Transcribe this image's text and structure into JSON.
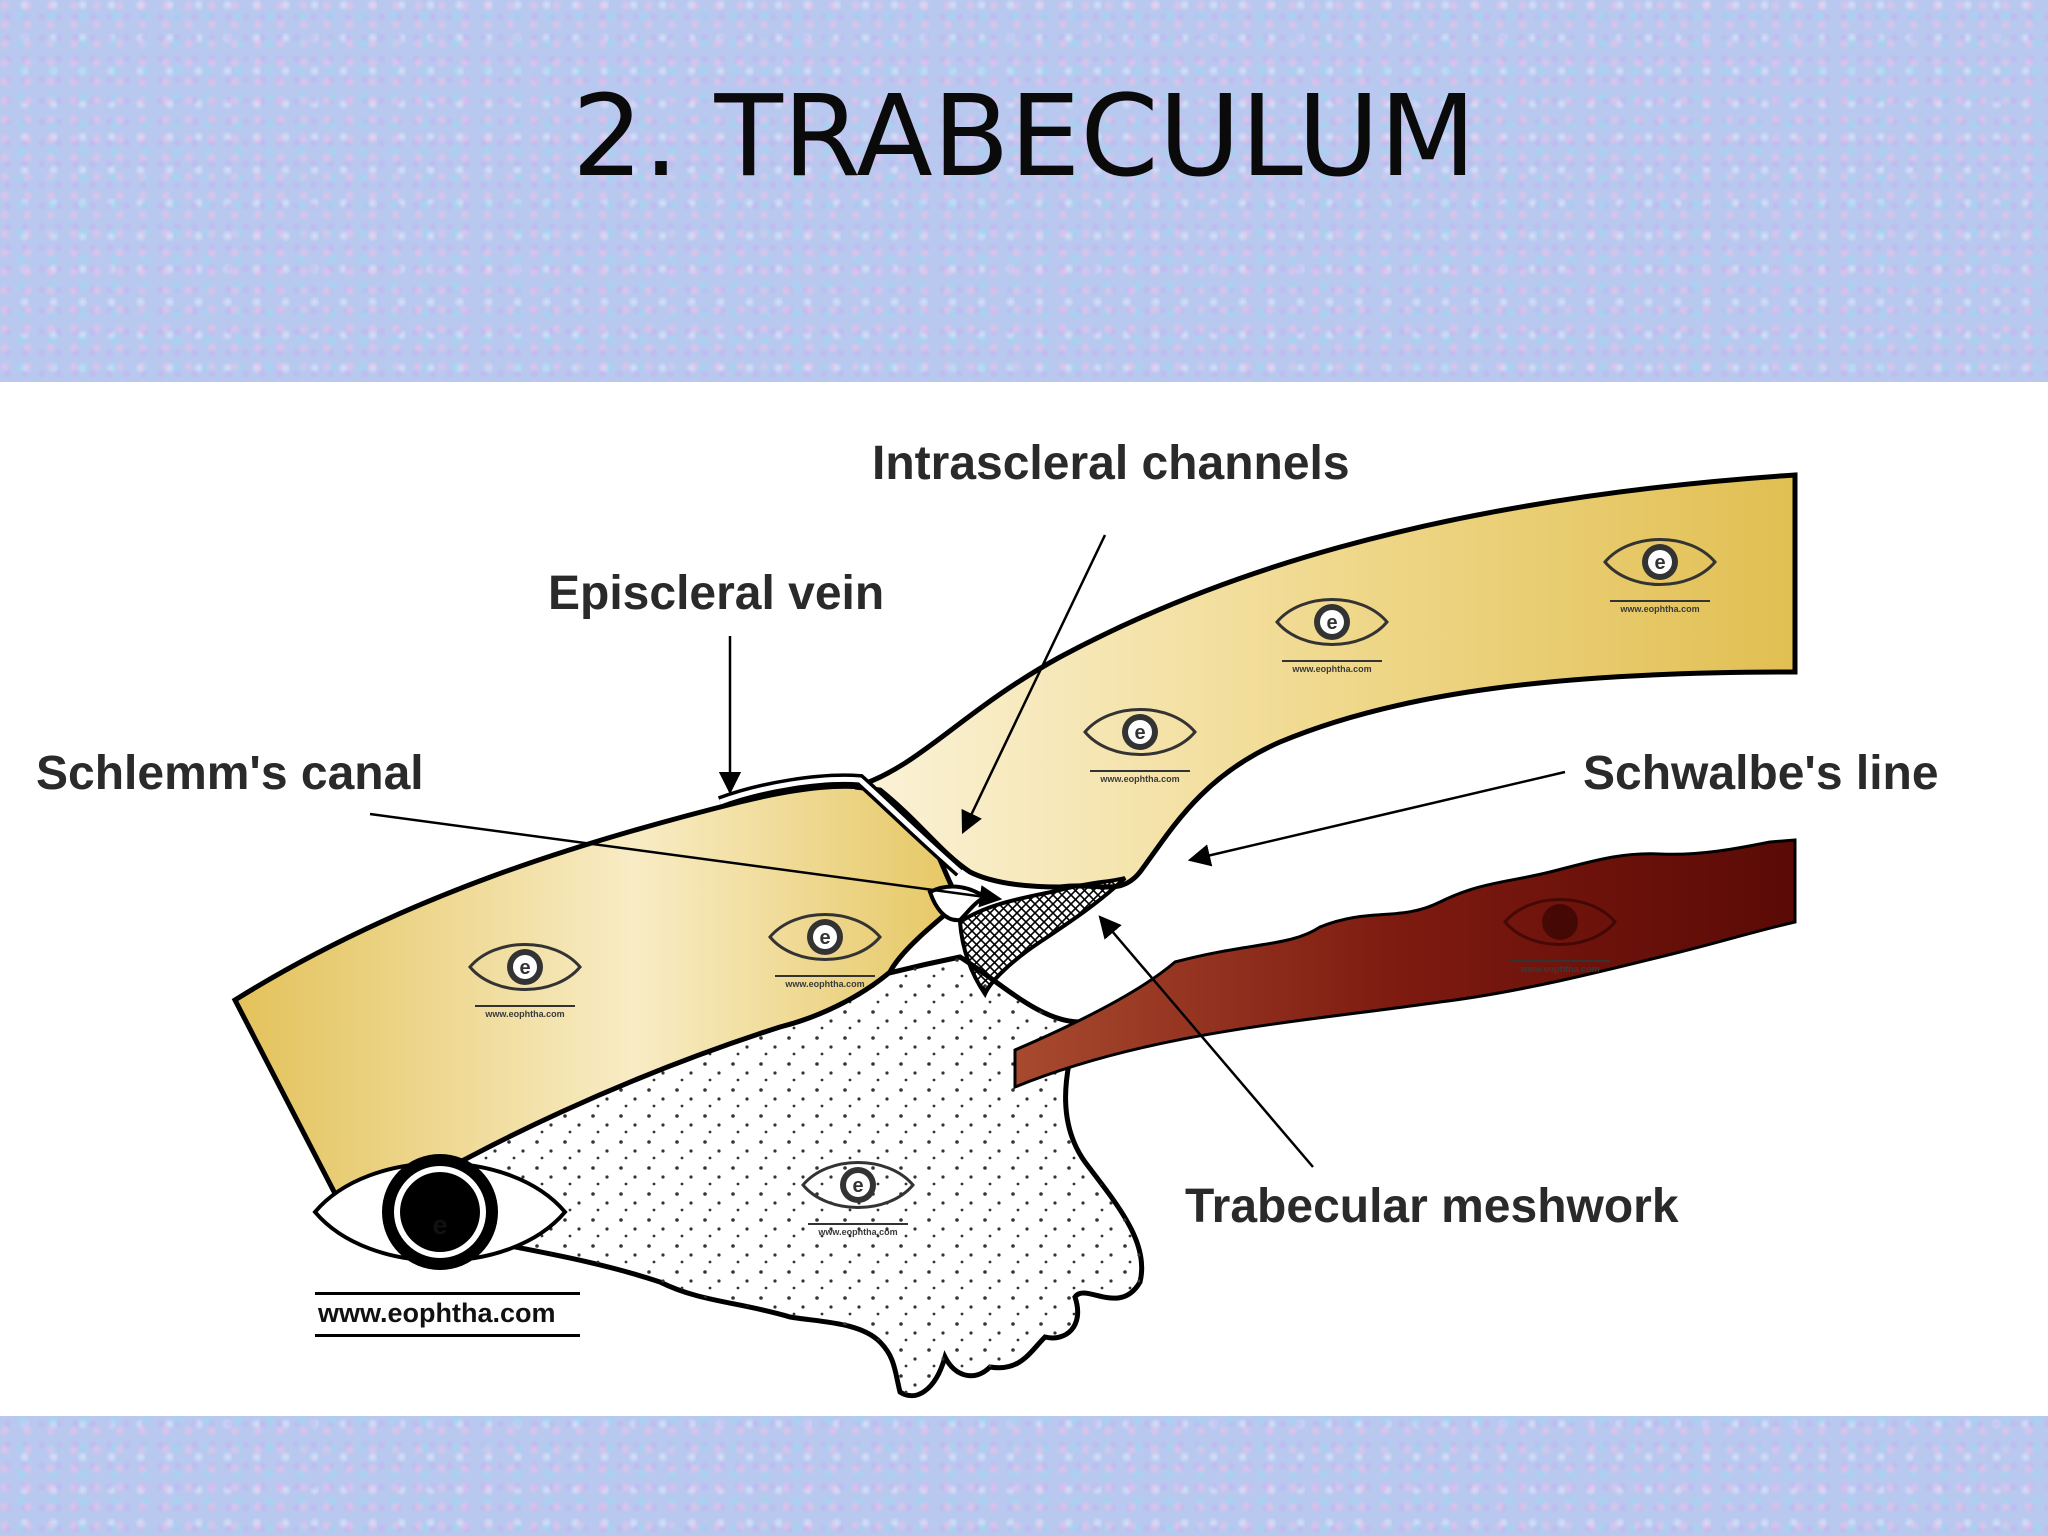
{
  "title": "2. TRABECULUM",
  "labels": {
    "intrascleral": "Intrascleral channels",
    "episcleral": "Episcleral vein",
    "schlemm": "Schlemm's canal",
    "schwalbe": "Schwalbe's line",
    "trabecular": "Trabecular meshwork"
  },
  "watermark": {
    "url": "www.eophtha.com",
    "letter": "e"
  },
  "colors": {
    "sclera": "#e3c25a",
    "sclera_light": "#fbf3d6",
    "iris_light": "#a84a2f",
    "iris_dark": "#5b0a06",
    "outline": "#000000"
  }
}
